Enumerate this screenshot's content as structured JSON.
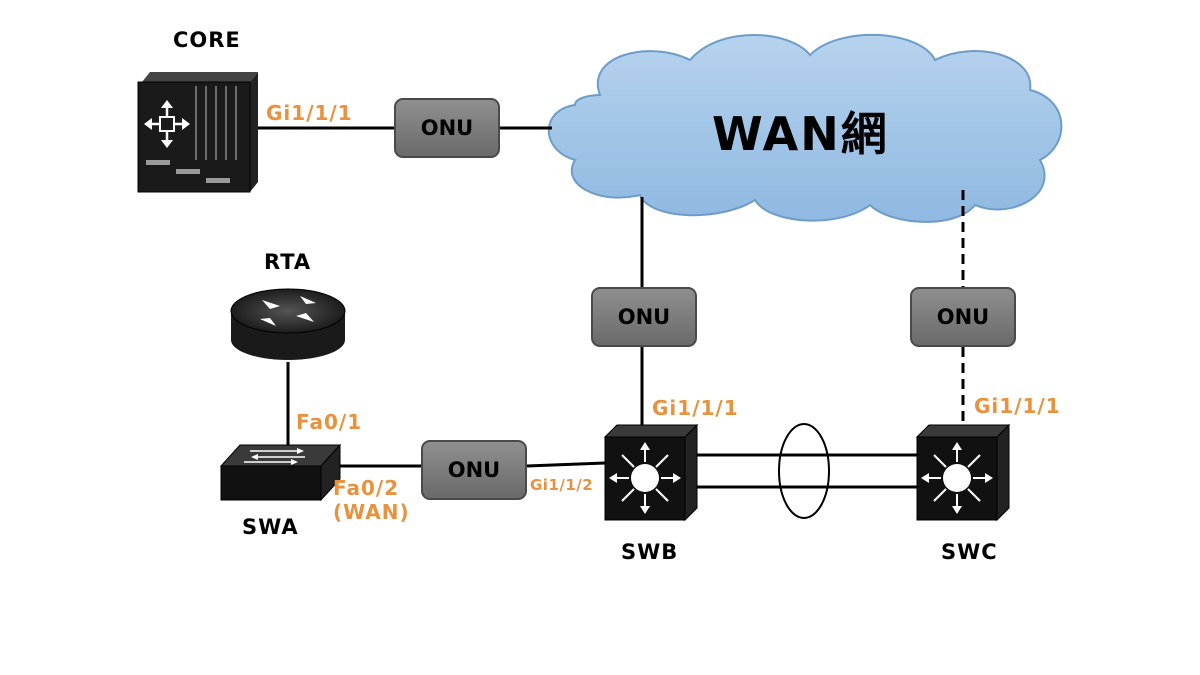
{
  "devices": {
    "core": "CORE",
    "rta": "RTA",
    "swa": "SWA",
    "swb": "SWB",
    "swc": "SWC"
  },
  "onu": {
    "top": "ONU",
    "swa": "ONU",
    "swb": "ONU",
    "swc": "ONU"
  },
  "cloud": {
    "label": "WAN網"
  },
  "ports": {
    "core_gi": "Gi1/1/1",
    "rta_fa": "Fa0/1",
    "swa_fa": "Fa0/2",
    "swa_wan": "(WAN)",
    "swb_gi_up": "Gi1/1/1",
    "swb_gi_left": "Gi1/1/2",
    "swc_gi": "Gi1/1/1"
  },
  "colors": {
    "port_label": "#e8923e",
    "cloud_fill": "#9dc3e6",
    "device_dark": "#1a1a1a"
  }
}
